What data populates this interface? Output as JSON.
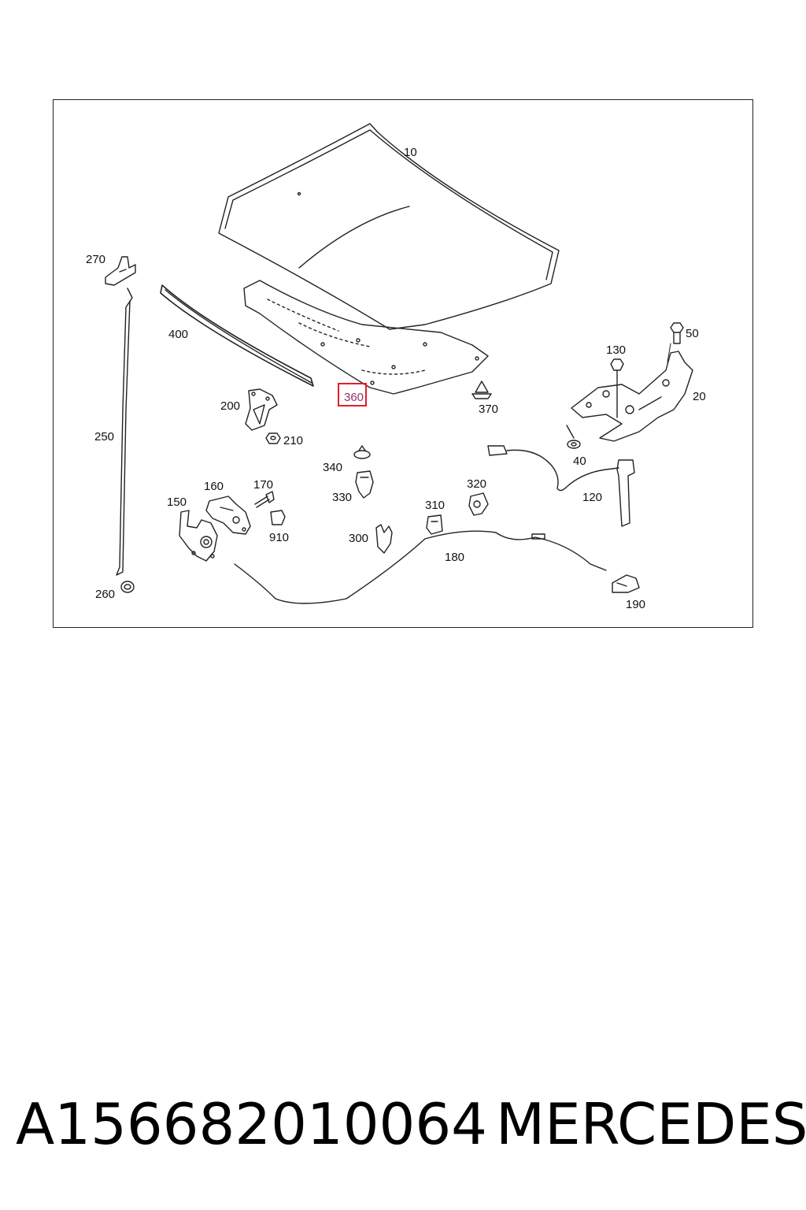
{
  "diagram": {
    "callouts": {
      "c10": "10",
      "c20": "20",
      "c40": "40",
      "c50": "50",
      "c120": "120",
      "c130": "130",
      "c150": "150",
      "c160": "160",
      "c170": "170",
      "c180": "180",
      "c190": "190",
      "c200": "200",
      "c210": "210",
      "c250": "250",
      "c260": "260",
      "c270": "270",
      "c300": "300",
      "c310": "310",
      "c320": "320",
      "c330": "330",
      "c340": "340",
      "c360": "360",
      "c370": "370",
      "c400": "400",
      "c910": "910"
    },
    "highlight_color": "#e0202a"
  },
  "caption": {
    "part_number": "A156682010064",
    "brand": "MERCEDES"
  }
}
